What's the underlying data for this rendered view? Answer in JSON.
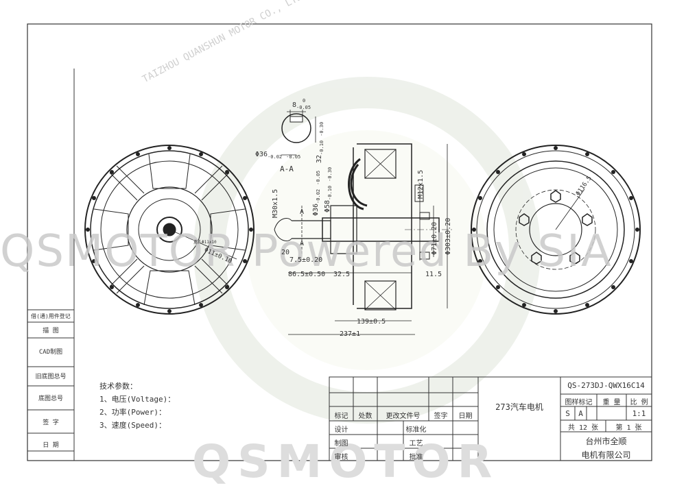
{
  "watermark": {
    "overlay_text": "QSMOTOR Powered By SIA",
    "bottom_text": "QSMOTOR",
    "arc_text": "TAIZHOU QUANSHUN MOTOR CO., LTD."
  },
  "section_label": "A-A",
  "dimensions": {
    "key_width": "8",
    "key_width_tol_top": "0",
    "key_width_tol_bot": "-0.05",
    "key_height": "32",
    "key_height_tol_top": "-0.10",
    "key_height_tol_bot": "-0.30",
    "shaft_dia": "Φ36",
    "shaft_dia_tol_top": "-0.02",
    "shaft_dia_tol_bot": "-0.05",
    "thread1": "M30x1.5",
    "dia36": "Φ36",
    "dia36_tol_top": "-0.02",
    "dia36_tol_bot": "-0.05",
    "dia58": "Φ58",
    "dia58_tol_top": "-0.10",
    "dia58_tol_bot": "-0.30",
    "thread2": "M12x1.5",
    "dia71": "Φ71±0.20",
    "dia303": "Φ303±0.20",
    "left_dia": "Φ11±0.10",
    "small_note": "宽孔Φ11x10",
    "d20": "20",
    "d75": "7.5±0.20",
    "d865": "86.5±0.50",
    "d325": "32.5",
    "d115": "11.5",
    "d139": "139±0.5",
    "d237": "237±1",
    "pcd": "Φ116.5",
    "section_mark": "A"
  },
  "tech_params": {
    "title": "技术参数：",
    "items": [
      "1、电压(Voltage)：",
      "2、功率(Power)：",
      "3、速度(Speed)："
    ]
  },
  "left_stamp_rows": [
    "借(通)用件登记",
    "描 图",
    "CAD制图",
    "旧底图总号",
    "底图总号",
    "签 字",
    "日 期"
  ],
  "title_block": {
    "drawing_no": "QS-273DJ-QWX16C14",
    "name": "273汽车电机",
    "header_labels": [
      "图样标记",
      "重 量",
      "比 例"
    ],
    "mark_s": "S",
    "mark_a": "A",
    "scale": "1:1",
    "sheet_total": "共 12 张",
    "sheet_no": "第 1 张",
    "company_line1": "台州市全顺",
    "company_line2": "电机有限公司",
    "rev_headers": [
      "标记",
      "处数",
      "更改文件号",
      "签字",
      "日期"
    ],
    "roles_left": [
      "设计",
      "制图",
      "审核"
    ],
    "roles_mid": [
      "标准化",
      "工艺",
      "批准"
    ]
  }
}
